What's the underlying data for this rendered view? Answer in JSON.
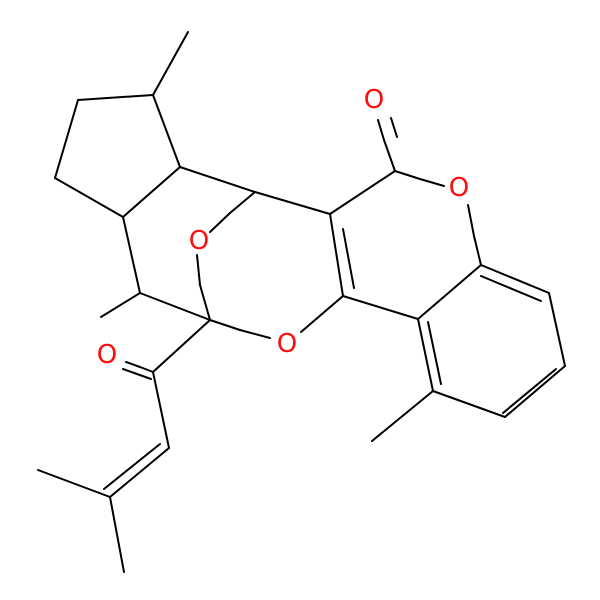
{
  "molecule": {
    "atoms": [
      {
        "id": "O1",
        "symbol": "O",
        "color": "#ff0d0d"
      },
      {
        "id": "O2",
        "symbol": "O",
        "color": "#ff0d0d"
      },
      {
        "id": "O3",
        "symbol": "O",
        "color": "#ff0d0d"
      },
      {
        "id": "O4",
        "symbol": "O",
        "color": "#ff0d0d"
      },
      {
        "id": "O5",
        "symbol": "O",
        "color": "#ff0d0d"
      }
    ]
  },
  "colors": {
    "bond": "#000000",
    "oxygen": "#ff0d0d",
    "background": "#ffffff"
  }
}
